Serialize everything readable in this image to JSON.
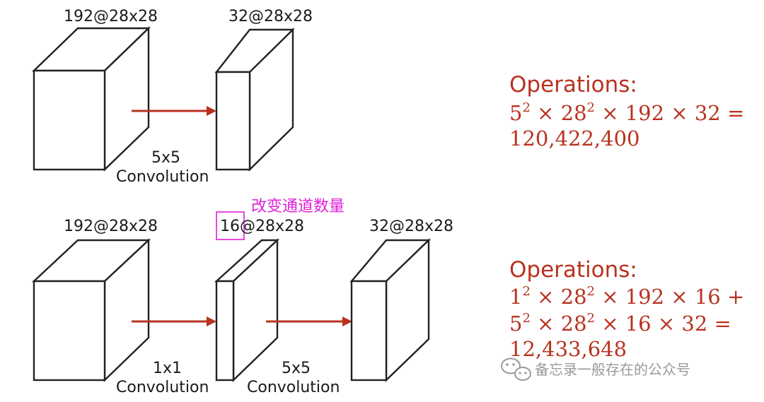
{
  "top_diagram": {
    "input_label": "192@28x28",
    "output_label": "32@28x28",
    "conv_kernel": "5x5",
    "conv_word": "Convolution"
  },
  "top_operations": {
    "title": "Operations:",
    "line1": {
      "base1": "5",
      "exp1": "2",
      "mid1": " × 28",
      "exp2": "2",
      "rest": " × 192 × 32 ="
    },
    "result": "120,422,400"
  },
  "bottom_diagram": {
    "input_label": "192@28x28",
    "middle_label_prefix": "16",
    "middle_label_suffix": "@28x28",
    "output_label": "32@28x28",
    "conv1_kernel": "1x1",
    "conv1_word": "Convolution",
    "conv2_kernel": "5x5",
    "conv2_word": "Convolution",
    "annotation": "改变通道数量",
    "annotation_color": "#e020d8"
  },
  "bottom_operations": {
    "title": "Operations:",
    "line1": {
      "base1": "1",
      "exp1": "2",
      "mid1": " × 28",
      "exp2": "2",
      "rest": " × 192 × 16 +"
    },
    "line2": {
      "base1": "5",
      "exp1": "2",
      "mid1": " × 28",
      "exp2": "2",
      "rest": " × 16 × 32 ="
    },
    "result": "12,433,648"
  },
  "watermark": {
    "icon": "wechat-icon",
    "text": "备忘录一般存在的公众号"
  },
  "colors": {
    "accent_red": "#b8321f",
    "outline": "#222222",
    "annotation_magenta": "#e020d8",
    "watermark_gray": "#9a9a9a"
  }
}
